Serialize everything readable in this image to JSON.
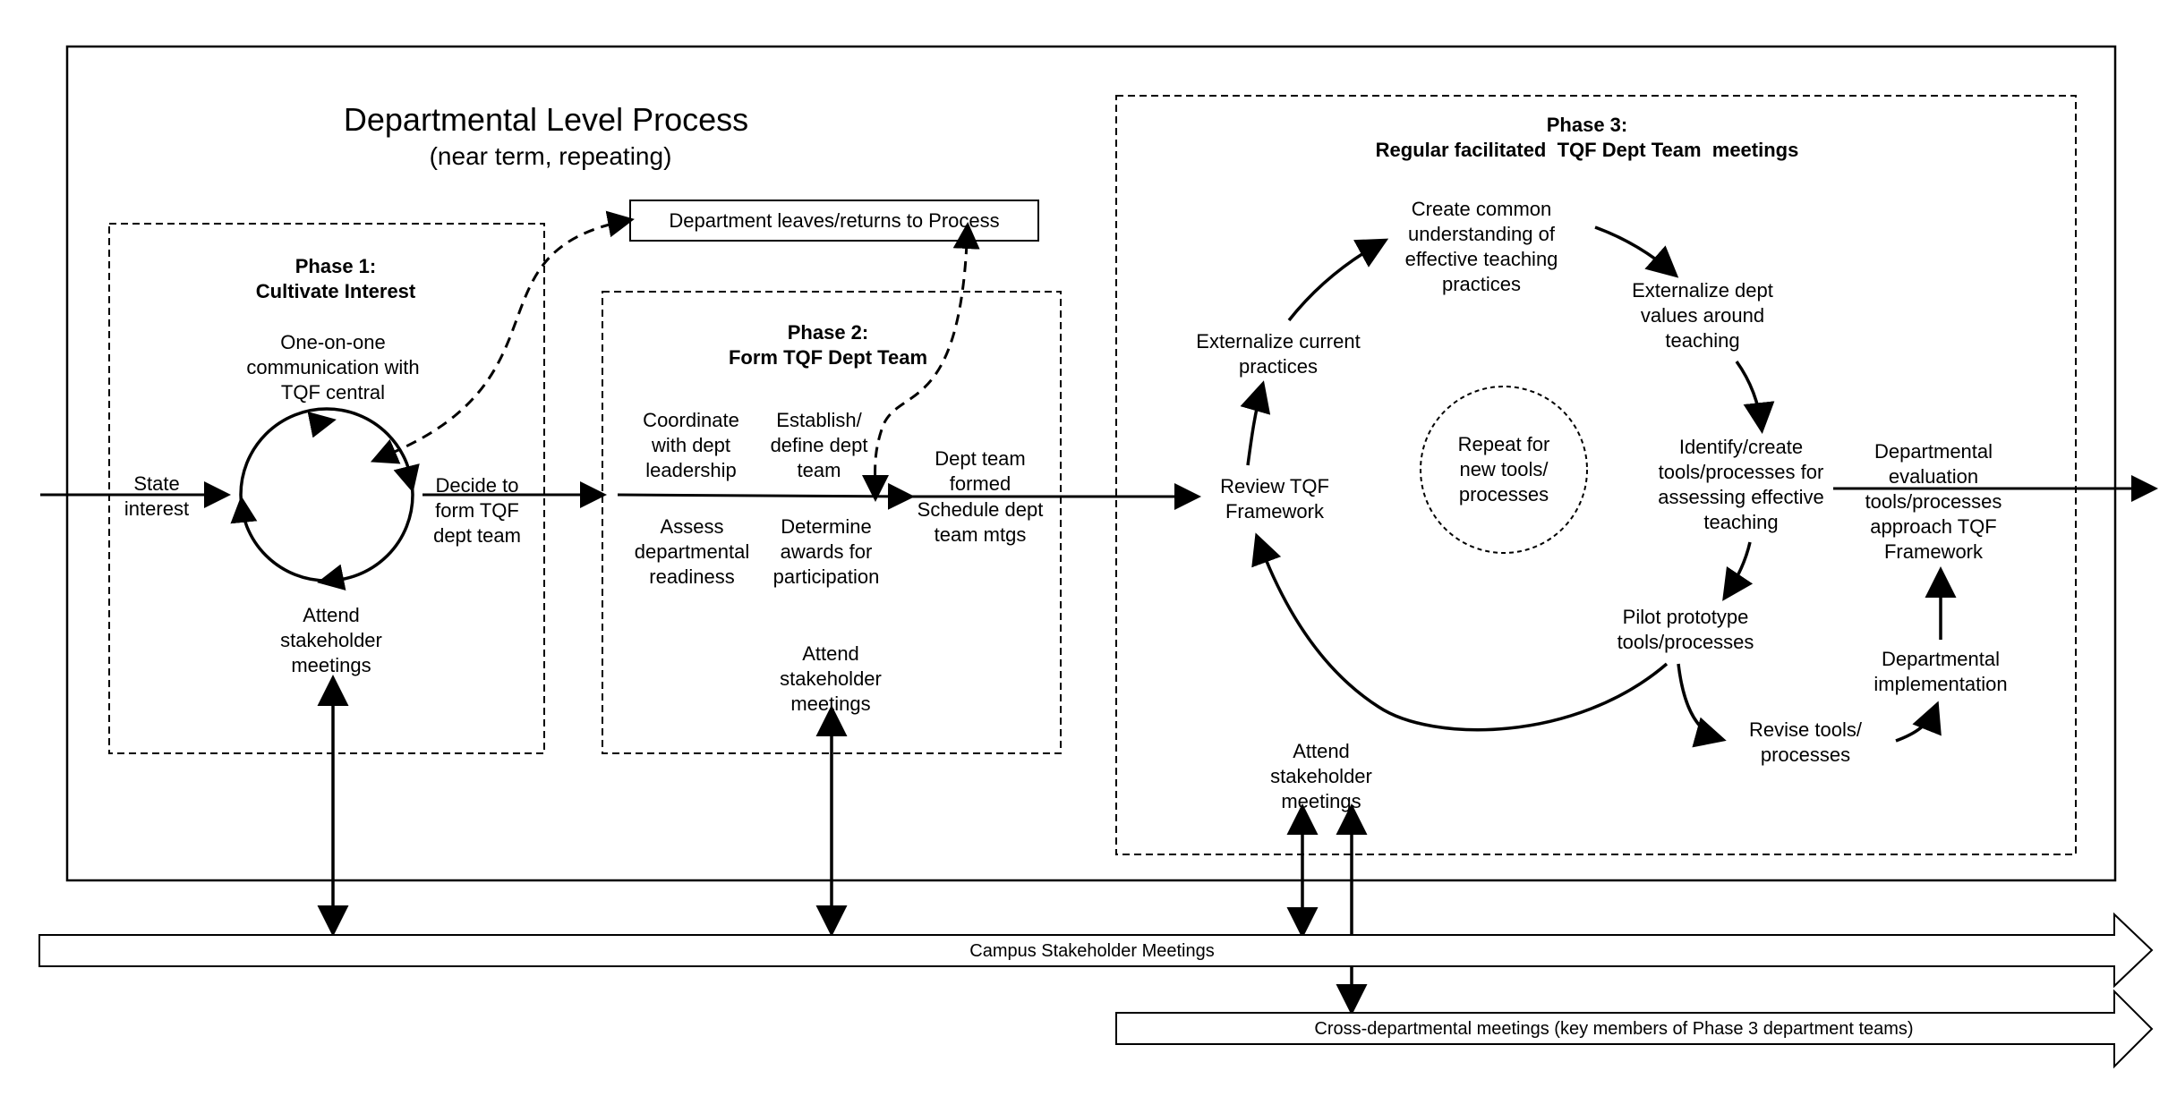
{
  "title": "Departmental Level Process",
  "subtitle": "(near term, repeating)",
  "leaves_box": "Department leaves/returns to  Process",
  "entry_label": "State\ninterest",
  "decide_label": "Decide to\nform TQF\ndept team",
  "phase1": {
    "title": "Phase 1:\nCultivate Interest",
    "top": "One-on-one\ncommunication with\nTQF central",
    "bottom": "Attend\nstakeholder\nmeetings"
  },
  "phase2": {
    "title": "Phase 2:\nForm TQF Dept Team",
    "coordinate": "Coordinate\nwith dept\nleadership",
    "establish": "Establish/\ndefine dept\nteam",
    "assess": "Assess\ndepartmental\nreadiness",
    "determine": "Determine\nawards for\nparticipation",
    "stakeholder": "Attend\nstakeholder\nmeetings",
    "formed": "Dept team\nformed",
    "schedule": "Schedule dept\nteam mtgs"
  },
  "phase3": {
    "title": "Phase 3:\nRegular facilitated  TQF Dept Team  meetings",
    "review": "Review TQF\nFramework",
    "externalize_current": "Externalize current\npractices",
    "create_common": "Create common\nunderstanding of\neffective teaching\npractices",
    "externalize_values": "Externalize dept\nvalues around\nteaching",
    "identify": "Identify/create\ntools/processes for\nassessing effective\nteaching",
    "pilot": "Pilot prototype\ntools/processes",
    "revise": "Revise tools/\nprocesses",
    "implementation": "Departmental\nimplementation",
    "evaluation": "Departmental\nevaluation\ntools/processes\napproach TQF\nFramework",
    "repeat": "Repeat for\nnew tools/\nprocesses",
    "stakeholder": "Attend\nstakeholder\nmeetings"
  },
  "campus_bar": "Campus Stakeholder Meetings",
  "cross_bar": "Cross-departmental meetings (key members of Phase 3 department teams)"
}
